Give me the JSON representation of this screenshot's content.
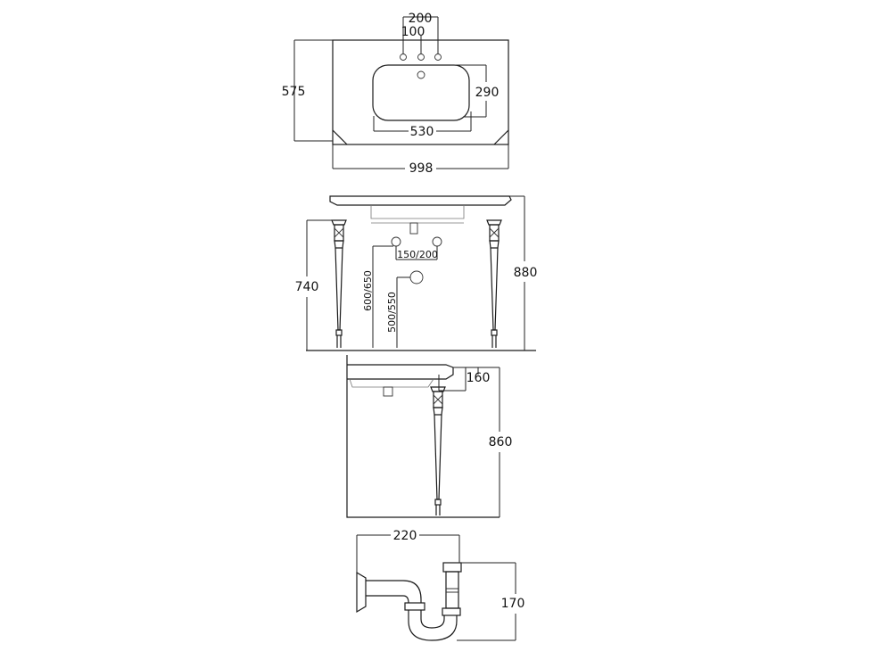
{
  "dimensions": {
    "top_tap_spacing_outer": "200",
    "top_tap_spacing_inner": "100",
    "top_depth": "575",
    "bowl_depth": "290",
    "bowl_width": "530",
    "overall_width": "998",
    "front_leg_height": "740",
    "front_overall_height": "880",
    "front_tap_spacing": "150/200",
    "front_height_a": "600/650",
    "front_height_b": "500/550",
    "side_projection": "160",
    "side_height": "860",
    "trap_length": "220",
    "trap_height": "170"
  }
}
